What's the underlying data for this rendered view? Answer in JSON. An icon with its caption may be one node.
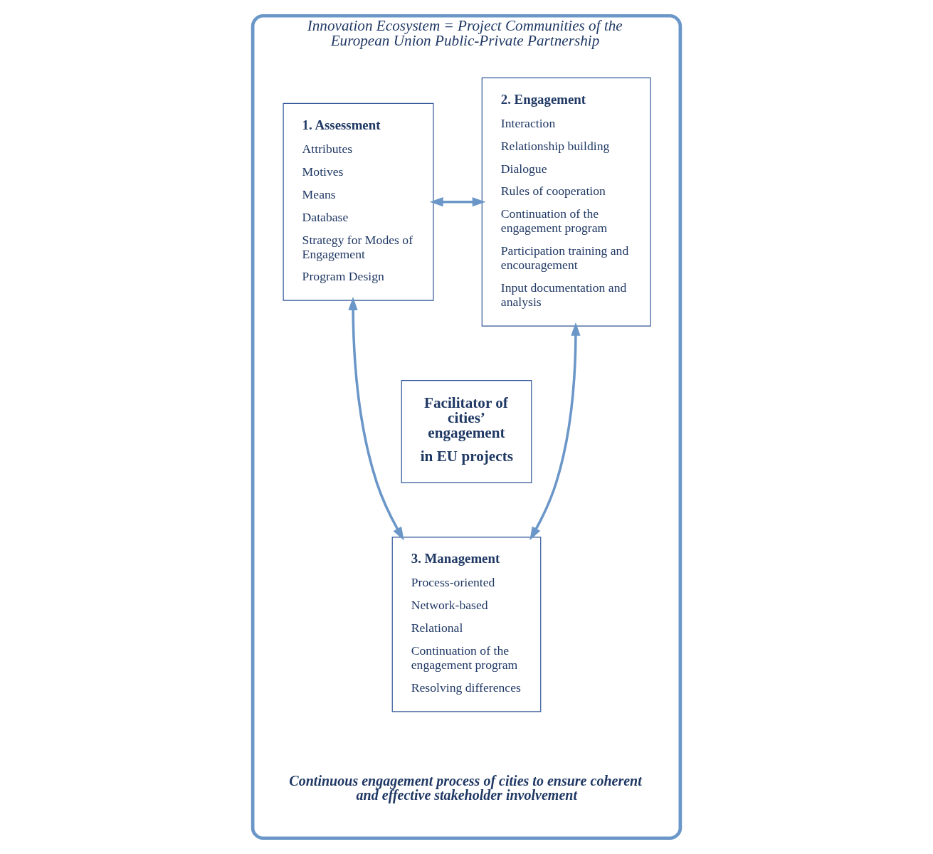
{
  "diagram": {
    "nodes": [
      {
        "text": [
          "Innovation Ecosystem = Project Communities of the European Union Public-Private Partnership",
          "Continuous engagement process of cities to ensure coherent and effective stakeholder involvement"
        ]
      },
      {
        "text": [
          "1. Assessment",
          "Attributes",
          "Motives",
          "Means",
          "Database",
          "Strategy for Modes of Engagement",
          "Program Design"
        ],
        "in": 0
      },
      {
        "text": [
          "Facilitator of cities’ engagement",
          "in EU projects"
        ],
        "in": 0
      },
      {
        "text": [
          "2. Engagement",
          "Interaction",
          "Relationship building",
          "Dialogue",
          "Rules of cooperation",
          "Continuation of the engagement program",
          "Participation training and encouragement",
          "Input documentation and analysis"
        ],
        "in": 0
      },
      {
        "text": [
          "3. Management",
          "Process-oriented",
          "Network-based",
          "Relational",
          "Continuation of the engagement program",
          "Resolving differences"
        ],
        "in": 0
      }
    ],
    "edges": [
      {
        "from": 1,
        "to": 3,
        "arrow": "both"
      },
      {
        "from": 1,
        "to": 4,
        "arrow": "both"
      },
      {
        "from": 3,
        "to": 4,
        "arrow": "both"
      }
    ]
  }
}
